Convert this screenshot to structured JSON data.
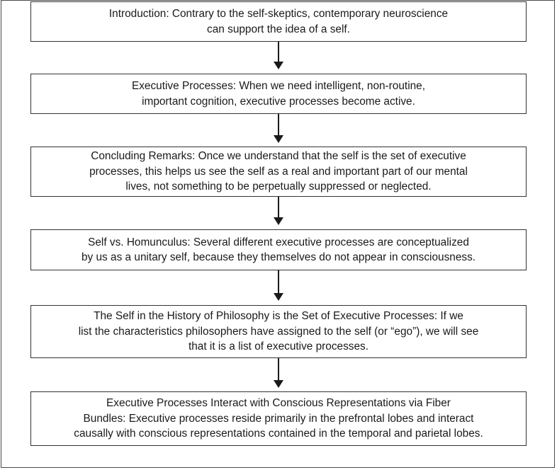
{
  "boxes": [
    {
      "lines": [
        "Introduction: Contrary to the self-skeptics, contemporary neuroscience",
        "can support the idea of a self."
      ]
    },
    {
      "lines": [
        "Executive Processes: When we need intelligent, non-routine,",
        "important cognition, executive processes become active."
      ]
    },
    {
      "lines": [
        "Concluding Remarks: Once we understand that the self is the set of executive",
        "processes, this helps us see the self as a real and important part of our mental",
        "lives, not something to be perpetually suppressed or neglected."
      ]
    },
    {
      "lines": [
        "Self vs. Homunculus: Several different executive processes are conceptualized",
        "by us as a unitary self, because they themselves do not appear in consciousness."
      ]
    },
    {
      "lines": [
        "The Self in the History of Philosophy is the Set of Executive Processes: If we",
        "list the characteristics philosophers have assigned to the self (or “ego”), we will see",
        "that it is a list of executive processes."
      ]
    },
    {
      "lines": [
        "Executive Processes Interact with Conscious Representations via Fiber",
        "Bundles: Executive processes reside primarily in the prefrontal lobes and interact",
        "causally with conscious representations contained in the temporal and parietal lobes."
      ]
    }
  ]
}
